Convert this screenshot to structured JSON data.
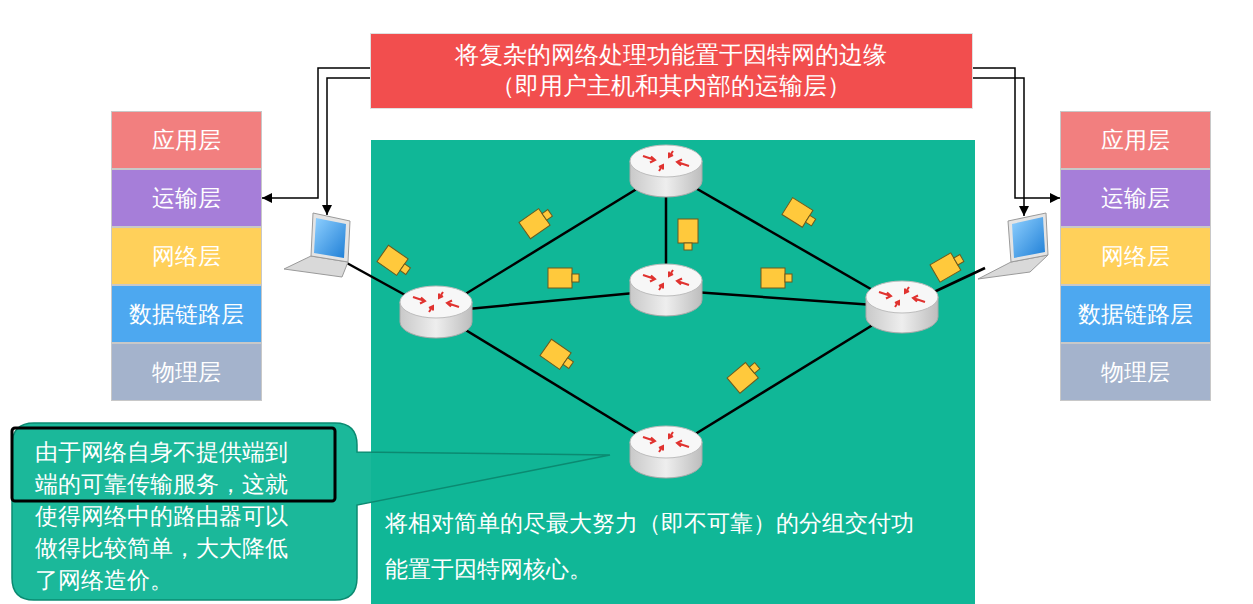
{
  "diagram": {
    "nodes": [
      {
        "text": [
          "将复杂的网络处理功能置于因特网的边缘 （即用户主机和其内部的运输层）"
        ]
      },
      {
        "text": [
          "应用层"
        ]
      },
      {
        "text": [
          "运输层"
        ]
      },
      {
        "text": [
          "网络层"
        ]
      },
      {
        "text": [
          "数据链路层"
        ]
      },
      {
        "text": [
          "物理层"
        ]
      },
      {
        "text": [
          "应用层"
        ]
      },
      {
        "text": [
          "运输层"
        ]
      },
      {
        "text": [
          "网络层"
        ]
      },
      {
        "text": [
          "数据链路层"
        ]
      },
      {
        "text": [
          "物理层"
        ]
      },
      {
        "text": [
          "将相对简单的尽最大努力（即不可靠）的分组交付功能置于因特网核心。"
        ]
      },
      {
        "text": [
          "由于网络自身不提供端到端的可靠传输服务，这就使得网络中的路由器可以做得比较简单，大大降低了网络造价。"
        ]
      }
    ],
    "edges": [
      {
        "from": 0,
        "to": 2,
        "arrow": "to"
      },
      {
        "from": 0,
        "to": 7,
        "arrow": "to"
      }
    ]
  }
}
